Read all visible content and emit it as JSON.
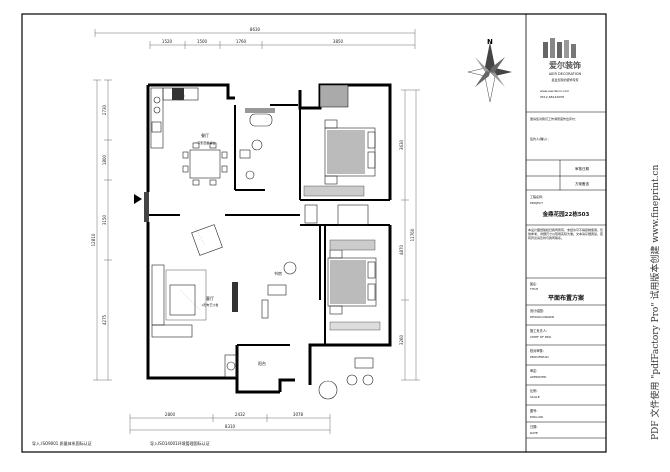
{
  "dimensions": {
    "top_total": "8630",
    "top_segments": [
      "1520",
      "1500",
      "1760",
      "3850"
    ],
    "bottom_total": "8310",
    "bottom_segments": [
      "2800",
      "2432",
      "3078"
    ],
    "left_total": "12810",
    "left_segments": [
      "2730",
      "1800",
      "3150",
      "4275"
    ],
    "right_total": "11760",
    "right_segments": [
      "3630",
      "4870",
      "3260"
    ]
  },
  "rooms": {
    "dining": "餐厅",
    "living": "客厅",
    "study": "书房",
    "balcony": "阳台",
    "dining_note": "一字形西餐桌台",
    "living_note": "L形布艺沙发"
  },
  "footer": {
    "left_note": "导入.ISO9001 质量体系国际认证",
    "right_note": "导入ISO14001环境管理国际认证"
  },
  "title_block": {
    "company_cn": "爱尔装饰",
    "company_en": "AIER DECORATION",
    "slogan": "最爱您家的装饰专家",
    "website": "www.aierdecor.com",
    "phone": "0512-68122058",
    "sign1": "邀请您对我们工作满意度作出评价：",
    "client_sign": "签约人(确认)：",
    "date_label": "审核日期",
    "plan_preview": "方案备选",
    "project_label": "工程名称：",
    "project_label_en": "PROJECT",
    "project_name": "金鼎花园22栋503",
    "description": "本设计图纸版权归我司所有，未经许可不得复制使用，仅供参考，详细尺寸以现场实际为准。文本请仔细阅读，若有异议请及时与我司联系。",
    "drawing_label": "图名:",
    "drawing_label_en": "TITLE",
    "drawing_name": "平面布置方案",
    "designer": "设计绘图:",
    "designer_en": "DESIGN DRAWN",
    "chief": "施工负责人:",
    "chief_en": "CHIEF OF PRO",
    "proofread": "校对审核:",
    "proofread_en": "PROOFREAD",
    "approved": "审定:",
    "approved_en": "APPROVED",
    "scale": "比例:",
    "scale_en": "SCALE",
    "drawing_no": "图号:",
    "drawing_no_en": "DWG.NO",
    "date": "日期:",
    "date_en": "DATE"
  },
  "watermark": "PDF 文件使用 \"pdfFactory Pro\" 试用版本创建 www.fineprint.cn",
  "north_label": "N"
}
